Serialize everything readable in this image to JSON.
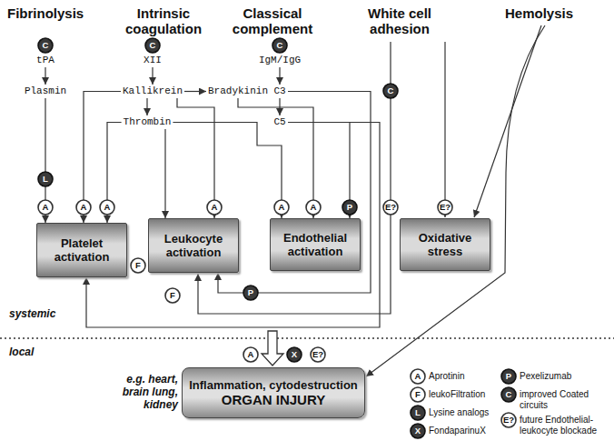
{
  "diagram": {
    "nodes": [
      {
        "text": [
          "tPA"
        ]
      },
      {
        "text": [
          "XII"
        ]
      },
      {
        "text": [
          "IgM/IgG"
        ]
      },
      {
        "text": [
          "Plasmin"
        ]
      },
      {
        "text": [
          "Kallikrein"
        ]
      },
      {
        "text": [
          "Bradykinin"
        ]
      },
      {
        "text": [
          "C3"
        ]
      },
      {
        "text": [
          "Thrombin"
        ]
      },
      {
        "text": [
          "C5"
        ]
      },
      {
        "text": [
          "Platelet activation"
        ]
      },
      {
        "text": [
          "Leukocyte activation"
        ]
      },
      {
        "text": [
          "Endothelial activation"
        ]
      },
      {
        "text": [
          "Oxidative stress"
        ]
      },
      {
        "text": [
          "Inflammation, cytodestruction",
          "ORGAN INJURY"
        ]
      }
    ],
    "edges": [
      {
        "from": 0,
        "to": 3,
        "arrow": "to"
      },
      {
        "from": 1,
        "to": 4,
        "arrow": "to"
      },
      {
        "from": 2,
        "to": 6,
        "arrow": "to"
      },
      {
        "from": 4,
        "to": 5,
        "arrow": "to"
      },
      {
        "from": 4,
        "to": 7,
        "arrow": "to"
      },
      {
        "from": 6,
        "to": 8,
        "arrow": "to"
      },
      {
        "from": 3,
        "to": 9,
        "arrow": "to"
      },
      {
        "from": 4,
        "to": 9,
        "arrow": "to"
      },
      {
        "from": 7,
        "to": 9,
        "arrow": "to"
      },
      {
        "from": 4,
        "to": 10,
        "arrow": "to"
      },
      {
        "from": 7,
        "to": 10,
        "arrow": "to"
      },
      {
        "from": 7,
        "to": 11,
        "arrow": "to"
      },
      {
        "from": 5,
        "to": 11,
        "arrow": "to"
      },
      {
        "from": 8,
        "to": 11,
        "arrow": "to"
      },
      {
        "from": 6,
        "to": 10,
        "arrow": "to"
      },
      {
        "from": 8,
        "to": 9,
        "arrow": "to"
      }
    ],
    "labels": [
      "Fibrinolysis",
      "Intrinsic coagulation",
      "Classical complement",
      "White cell adhesion",
      "Hemolysis",
      "C",
      "C",
      "C",
      "C",
      "L",
      "A",
      "A",
      "A",
      "A",
      "A",
      "A",
      "P",
      "E?",
      "E?",
      "F",
      "F",
      "P",
      "systemic",
      "local",
      "A",
      "X",
      "E?",
      "e.g. heart, brain lung, kidney",
      "A",
      "F",
      "L",
      "X",
      "P",
      "C",
      "E?"
    ],
    "legend": [
      {
        "text": "Aprotinin"
      },
      {
        "text": "leukoFiltration"
      },
      {
        "text": "Lysine analogs"
      },
      {
        "text": "FondaparinuX"
      },
      {
        "text": "Pexelizumab"
      },
      {
        "text": "improved Coated circuits"
      },
      {
        "text": "future Endothelial-leukocyte blockade"
      }
    ]
  }
}
